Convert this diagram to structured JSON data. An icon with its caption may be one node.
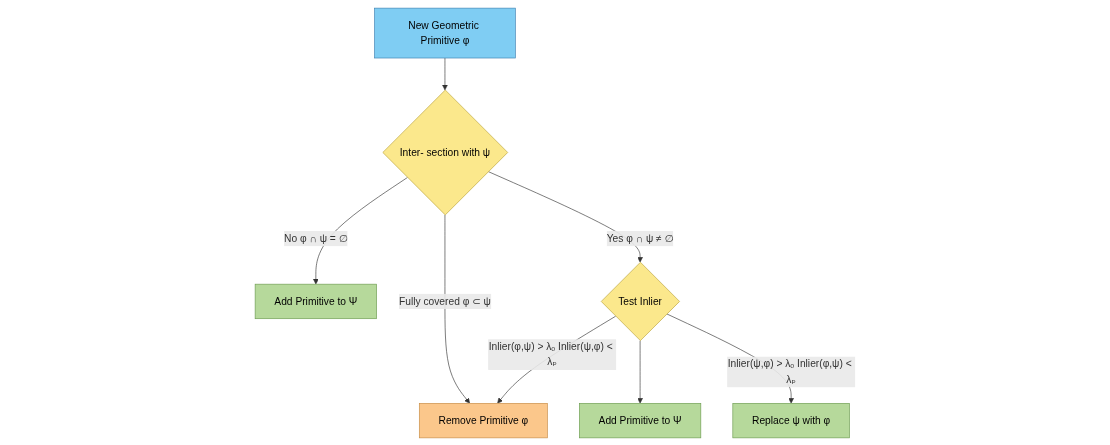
{
  "diagram": {
    "nodes": [
      {
        "text": [
          "New Geometric Primitive φ"
        ]
      },
      {
        "text": [
          "Inter- section with ψ"
        ]
      },
      {
        "text": [
          "Add Primitive to Ψ"
        ]
      },
      {
        "text": [
          "Remove Primitive φ"
        ]
      },
      {
        "text": [
          "Test Inlier"
        ]
      },
      {
        "text": [
          "Add Primitive to Ψ"
        ]
      },
      {
        "text": [
          "Replace ψ with φ"
        ]
      }
    ],
    "edges": [
      {
        "from": 0,
        "to": 1,
        "arrow": "to"
      },
      {
        "from": 1,
        "to": 2,
        "arrow": "to",
        "label": "No φ ∩ ψ = ∅"
      },
      {
        "from": 1,
        "to": 4,
        "arrow": "to",
        "label": "Yes φ ∩ ψ ≠ ∅"
      },
      {
        "from": 1,
        "to": 3,
        "arrow": "to",
        "label": "Fully covered φ ⊂ ψ"
      },
      {
        "from": 4,
        "to": 3,
        "arrow": "to",
        "label": "Inlier(φ,ψ) > λₒ Inlier(ψ,φ) < λₚ"
      },
      {
        "from": 4,
        "to": 5,
        "arrow": "to"
      },
      {
        "from": 4,
        "to": 6,
        "arrow": "to",
        "label": "Inlier(ψ,φ) > λₒ Inlier(φ,ψ) < λₚ"
      }
    ]
  }
}
